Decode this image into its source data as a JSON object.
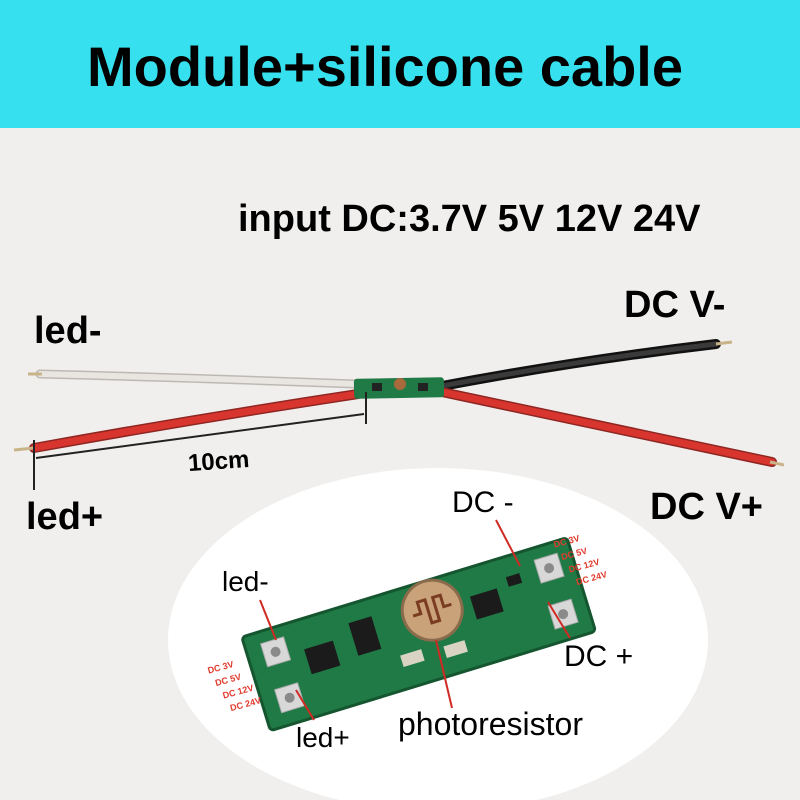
{
  "banner": {
    "title": "Module+silicone cable",
    "color": "#37e0ee"
  },
  "labels": {
    "input": "input DC:3.7V 5V 12V 24V",
    "led_minus": "led-",
    "dc_v_minus": "DC V-",
    "cable_length": "10cm",
    "led_plus": "led+",
    "dc_v_plus": "DC V+"
  },
  "zoom": {
    "led_minus": "led-",
    "dc_minus": "DC -",
    "dc_plus": "DC +",
    "led_plus": "led+",
    "photoresistor": "photoresistor",
    "voltage_tags": [
      "DC  3V",
      "DC  5V",
      "DC  12V",
      "DC  24V"
    ]
  },
  "colors": {
    "wire_red": "#d9352f",
    "wire_black": "#2a2a2a",
    "wire_white": "#e7e4df",
    "pcb_green": "#1f7a45"
  }
}
